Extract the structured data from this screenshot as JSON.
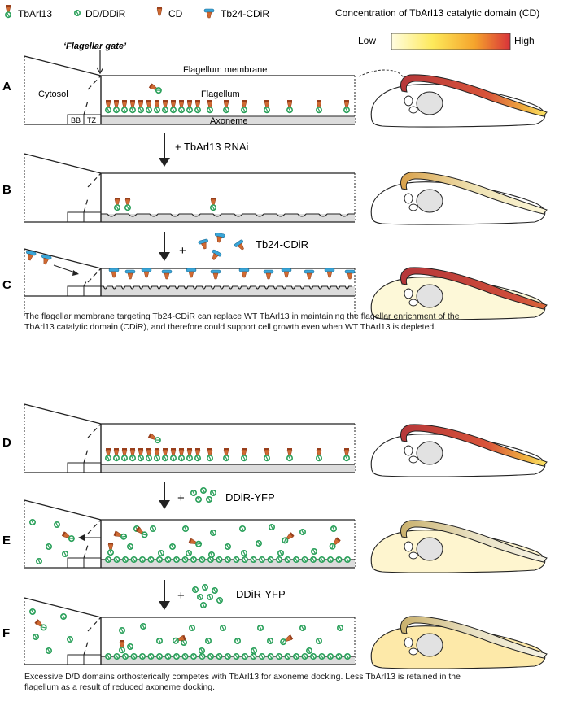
{
  "legend": {
    "tbarl13": "TbArl13",
    "dd": "DD/DDiR",
    "cd": "CD",
    "cdir": "Tb24-CDiR",
    "gradient_title": "Concentration of TbArl13 catalytic domain (CD)",
    "low": "Low",
    "high": "High",
    "gradient_colors": [
      "#fffde0",
      "#fde95a",
      "#f5a42c",
      "#d8323a"
    ]
  },
  "panels": [
    {
      "letter": "A"
    },
    {
      "letter": "B"
    },
    {
      "letter": "C"
    },
    {
      "letter": "D"
    },
    {
      "letter": "E"
    },
    {
      "letter": "F"
    }
  ],
  "labels_a": {
    "gate": "‘Flagellar gate’",
    "membrane": "Flagellum membrane",
    "cytosol": "Cytosol",
    "flagellum": "Flagellum",
    "axoneme": "Axoneme",
    "bb": "BB",
    "tz": "TZ"
  },
  "steps": {
    "ab": "+ TbArl13 RNAi",
    "bc_plus": "+",
    "bc": "Tb24-CDiR",
    "de_plus": "+",
    "de": "DDiR-YFP",
    "ef_plus": "+",
    "ef": "DDiR-YFP"
  },
  "captions": {
    "first": "The flagellar membrane targeting Tb24-CDiR can replace WT TbArl13 in maintaining the flagellar enrichment of the TbArl13 catalytic domain (CDiR), and therefore could support cell growth even when WT TbArl13 is depleted.",
    "second": "Excessive D/D domains orthosterically competes with TbArl13 for axoneme docking. Less TbArl13 is retained in the flagellum as a result of reduced axoneme docking."
  },
  "colors": {
    "cd_orange": "#c8622c",
    "dd_green": "#2aa05a",
    "cdir_blue": "#3aa6d8",
    "axoneme_gray": "#dcdcdc"
  }
}
